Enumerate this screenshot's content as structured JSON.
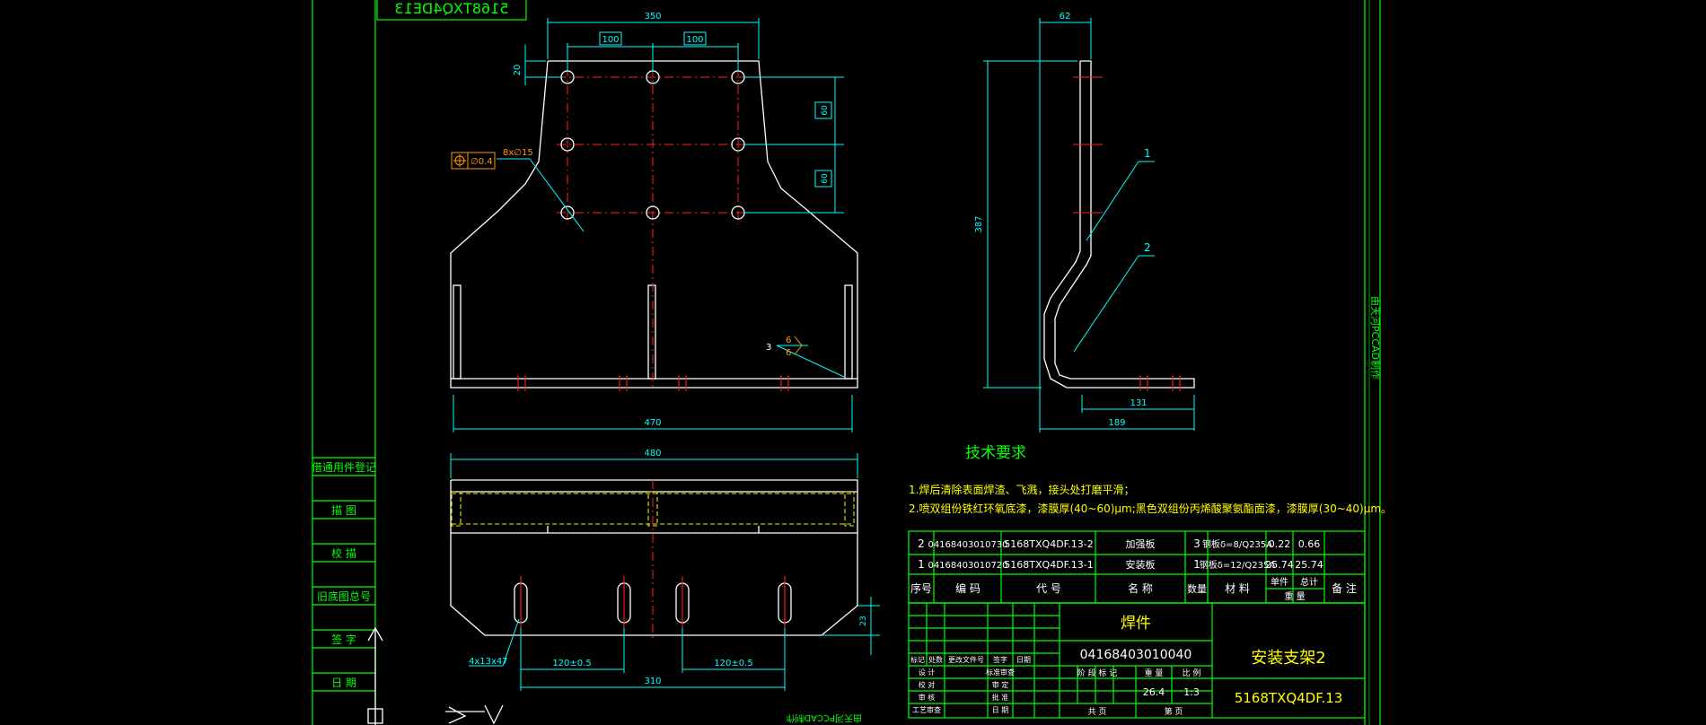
{
  "drawing": {
    "stamp_mirrored": "5168TXQ4DE13",
    "side_text_right": "由天河PCCAD制作",
    "side_text_bottom": "由天河PCCAD制作"
  },
  "left_strip": {
    "labels": [
      "借通用件登记",
      "描 图",
      "校 描",
      "旧底图总号",
      "签 字",
      "日 期"
    ]
  },
  "front_view": {
    "dim_top": "350",
    "dim_hole_a": "100",
    "dim_hole_b": "100",
    "dim_left_small": "20",
    "dim_right_a": "60",
    "dim_right_b": "60",
    "dim_bottom": "470",
    "hole_callout": "8x∅15",
    "position_tol": "∅0.4",
    "weld_size": "6",
    "weld_size_2": "6",
    "weld_left": "3"
  },
  "side_view": {
    "dim_top": "62",
    "dim_height": "387",
    "dim_bottom_inner": "131",
    "dim_bottom": "189",
    "balloon_1": "1",
    "balloon_2": "2"
  },
  "bottom_view": {
    "dim_top": "480",
    "slot_callout": "4x13x47",
    "dim_slot_a": "120±0.5",
    "dim_slot_b": "120±0.5",
    "dim_total": "310",
    "dim_right": "23"
  },
  "tech_requirements": {
    "title": "技术要求",
    "line1": "1.焊后清除表面焊渣、飞溅，接头处打磨平滑；",
    "line2": "2.喷双组份铁红环氧底漆，漆膜厚(40~60)μm;黑色双组份丙烯酸聚氨酯面漆，漆膜厚(30~40)μm。"
  },
  "bom": {
    "rows": [
      [
        "2",
        "04168403010730",
        "5168TXQ4DF.13-2",
        "加强板",
        "3",
        "钢板δ=8/Q235A",
        "0.22",
        "0.66",
        ""
      ],
      [
        "1",
        "04168403010720",
        "5168TXQ4DF.13-1",
        "安装板",
        "1",
        "钢板δ=12/Q235A",
        "25.74",
        "25.74",
        ""
      ]
    ],
    "header": [
      "序号",
      "编 码",
      "代 号",
      "名 称",
      "数量",
      "材 料",
      "单件",
      "总计",
      "备 注"
    ],
    "weight_label": "重 量"
  },
  "title_block": {
    "material": "焊件",
    "code": "04168403010040",
    "part_name": "安装支架2",
    "drawing_no": "5168TXQ4DF.13",
    "weight": "26.4",
    "scale": "1:3",
    "stage_label": "阶 段 标 记",
    "weight_label": "重 量",
    "scale_label": "比 例",
    "sheet_total": "共 页",
    "sheet_no": "第 页",
    "change_headers": [
      "标记",
      "处数",
      "更改文件号",
      "签字",
      "日期"
    ],
    "roles": [
      "设 计",
      "校 对",
      "审 核",
      "工艺审查"
    ],
    "roles_2": [
      "标准审查",
      "审 定",
      "批 准",
      "日 期"
    ]
  }
}
